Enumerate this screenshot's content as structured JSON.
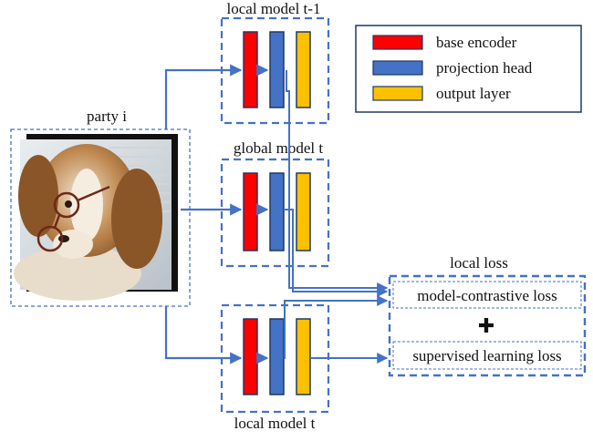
{
  "diagram": {
    "party_label": "party i",
    "party_image": "dog wearing glasses photo",
    "model_prev_label": "local model t-1",
    "model_global_label": "global model t",
    "model_local_label": "local model t",
    "loss_title": "local loss",
    "loss_contrastive": "model-contrastive loss",
    "loss_supervised": "supervised learning loss",
    "plus_symbol": "✚",
    "legend": [
      {
        "label": "base encoder",
        "color": "#ff0000"
      },
      {
        "label": "projection head",
        "color": "#4472c4"
      },
      {
        "label": "output layer",
        "color": "#ffc000"
      }
    ],
    "accent_color": "#4472c4"
  }
}
